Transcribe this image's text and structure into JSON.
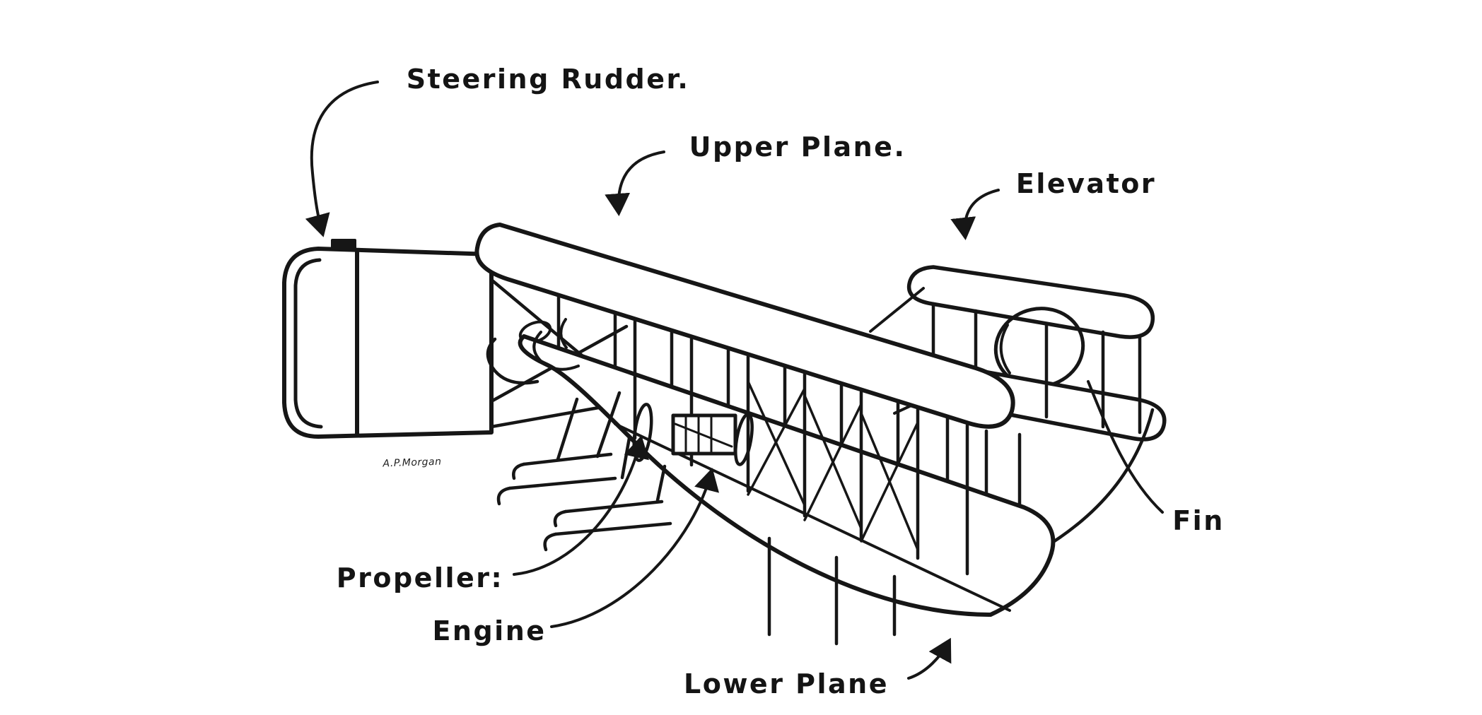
{
  "diagram": {
    "background_color": "#ffffff",
    "ink_color": "#161616",
    "labels": {
      "steering_rudder": "Steering Rudder.",
      "upper_plane": "Upper Plane.",
      "elevator": "Elevator",
      "fin": "Fin",
      "propeller": "Propeller:",
      "engine": "Engine",
      "lower_plane": "Lower Plane",
      "signature": "A.P.Morgan"
    }
  }
}
